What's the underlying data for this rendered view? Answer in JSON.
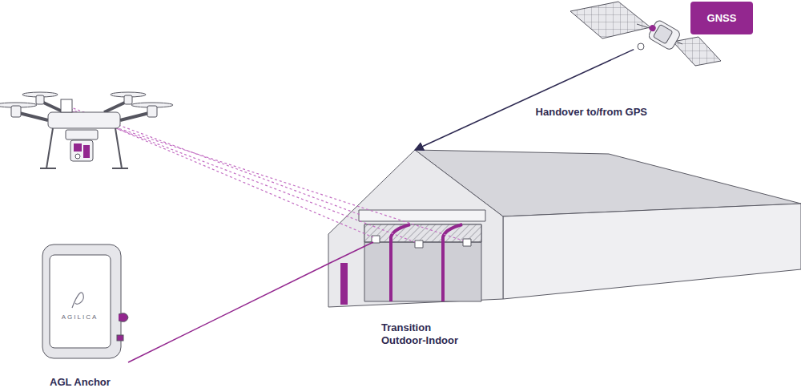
{
  "diagram": {
    "nodes": [
      {
        "text": [
          "GNSS"
        ]
      },
      {
        "text": [
          "AGILICA",
          "AGL Anchor"
        ]
      },
      {
        "text": [
          "Transition Outdoor-Indoor"
        ]
      }
    ],
    "edges": [
      {
        "from": 0,
        "to": 2,
        "arrow": "to",
        "label": "Handover to/from GPS"
      },
      {
        "from": 1,
        "to": 2,
        "arrow": "none"
      }
    ]
  }
}
